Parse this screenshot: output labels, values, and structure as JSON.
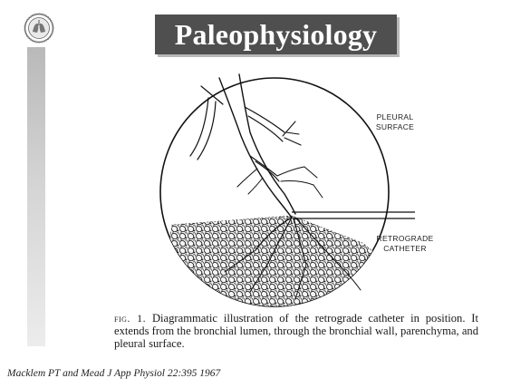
{
  "slide": {
    "title": "Paleophysiology"
  },
  "figure": {
    "labels": {
      "pleural_surface": [
        "PLEURAL",
        "SURFACE"
      ],
      "retrograde_catheter": [
        "RETROGRADE",
        "CATHETER"
      ]
    }
  },
  "caption": {
    "fig_label": "fig. 1.",
    "text": " Diagrammatic illustration of the retrograde catheter in position. It extends from the bronchial lumen, through the bronchial wall, parenchyma, and pleural surface."
  },
  "citation": "Macklem PT and Mead J App Physiol 22:395 1967",
  "colors": {
    "title_bg": "#4f4f4f",
    "title_text": "#ffffff",
    "sidebar": "#c8c8c8"
  },
  "icons": {
    "logo": "seal-logo-icon"
  }
}
